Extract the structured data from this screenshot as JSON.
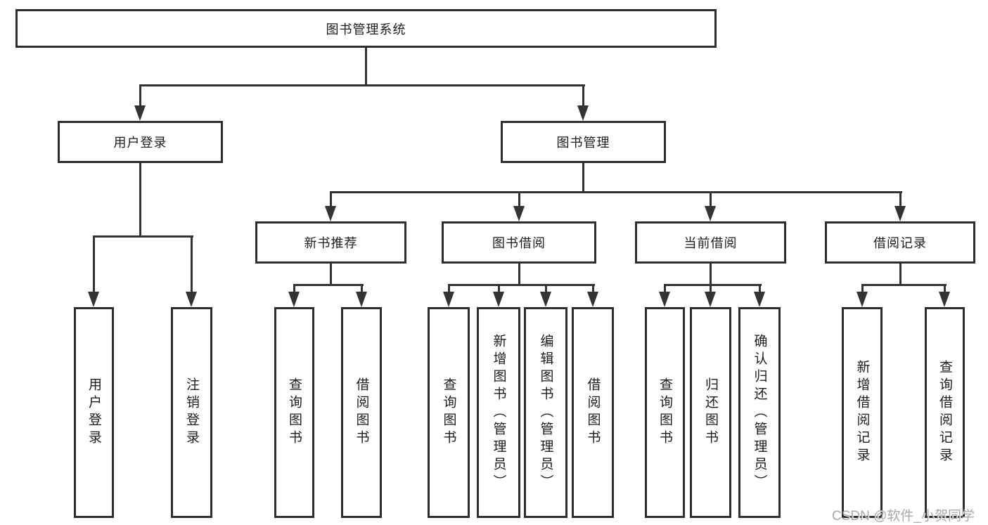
{
  "watermark": "CSDN @软件_小贺同学",
  "colors": {
    "background": "#ffffff",
    "line": "#333333",
    "border": "#2e2e2e",
    "text": "#1c1c1c",
    "watermark_text": "#a9a9a9"
  },
  "tree": {
    "root": {
      "label": "图书管理系统"
    },
    "branches": [
      {
        "label": "用户登录",
        "children": [
          {
            "label": "用户登录"
          },
          {
            "label": "注销登录"
          }
        ]
      },
      {
        "label": "图书管理",
        "sections": [
          {
            "label": "新书推荐",
            "children": [
              {
                "label": "查询图书"
              },
              {
                "label": "借阅图书"
              }
            ]
          },
          {
            "label": "图书借阅",
            "children": [
              {
                "label": "查询图书"
              },
              {
                "label": "新增图书（管理员）"
              },
              {
                "label": "编辑图书（管理员）"
              },
              {
                "label": "借阅图书"
              }
            ]
          },
          {
            "label": "当前借阅",
            "children": [
              {
                "label": "查询图书"
              },
              {
                "label": "归还图书"
              },
              {
                "label": "确认归还（管理员）"
              }
            ]
          },
          {
            "label": "借阅记录",
            "children": [
              {
                "label": "新增借阅记录"
              },
              {
                "label": "查询借阅记录"
              }
            ]
          }
        ]
      }
    ]
  }
}
